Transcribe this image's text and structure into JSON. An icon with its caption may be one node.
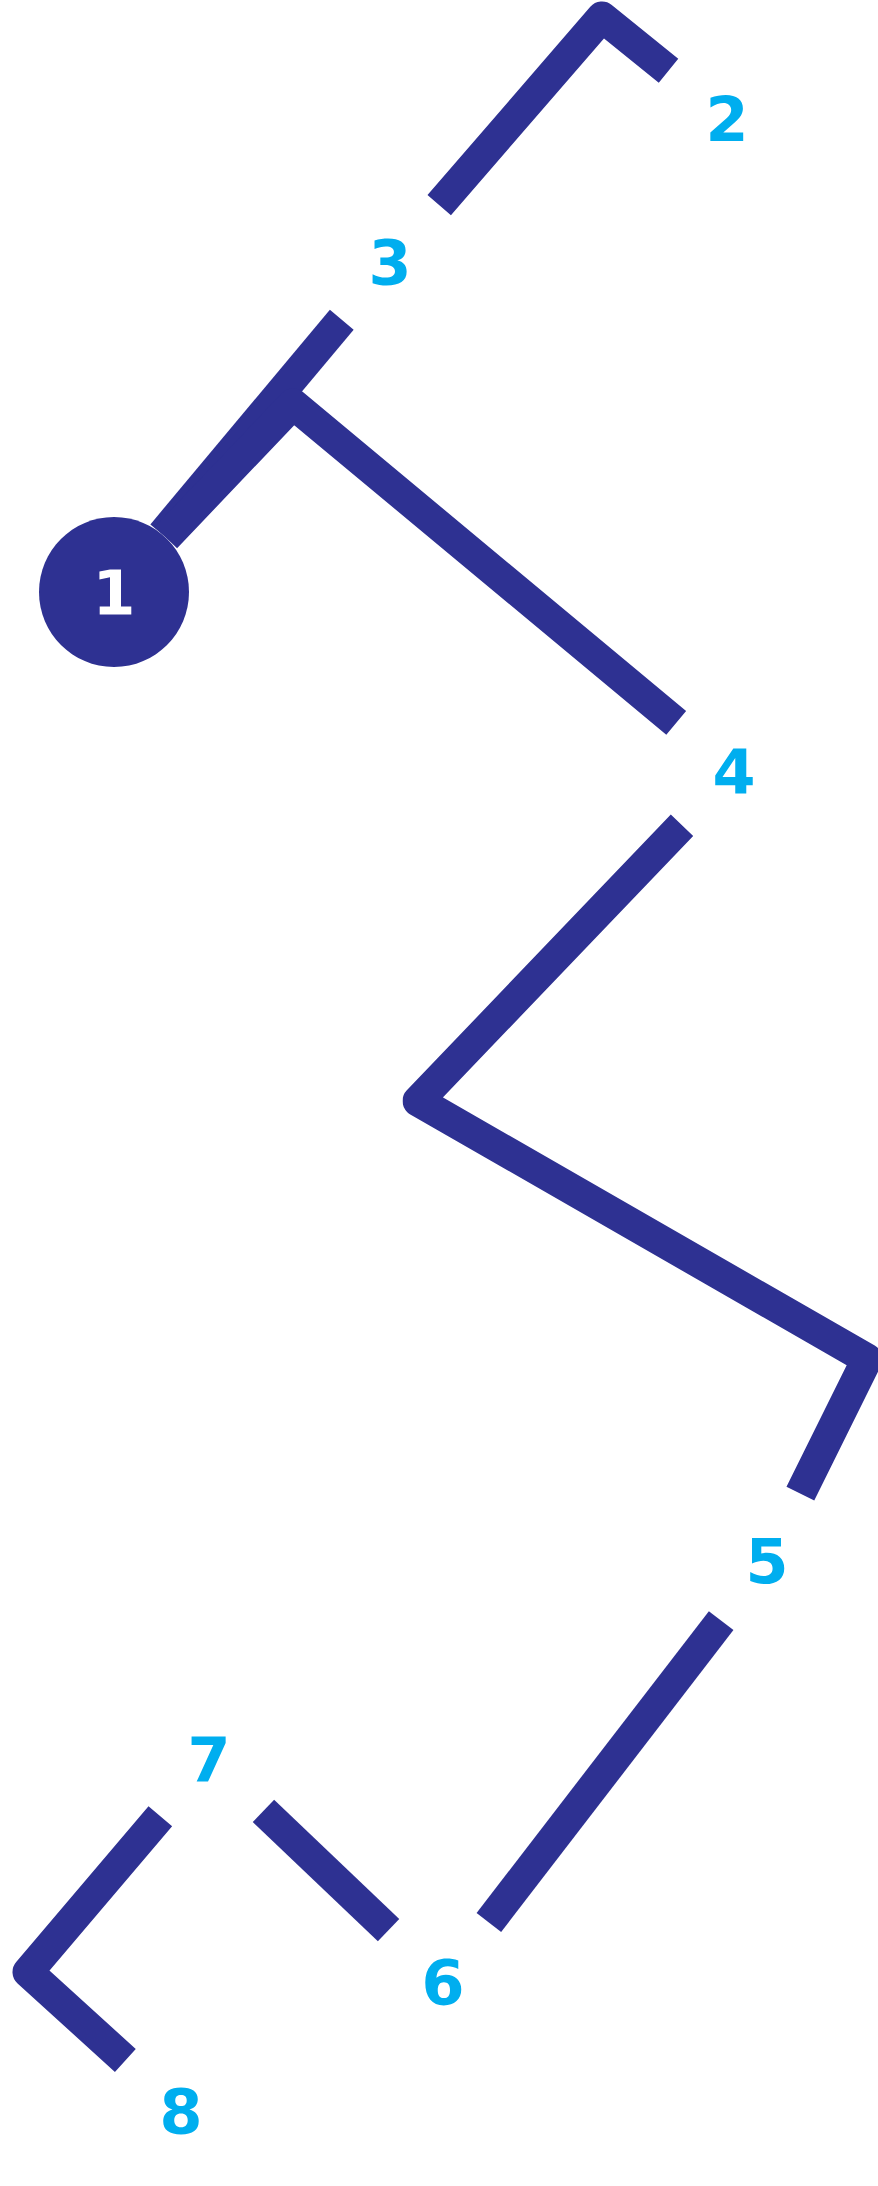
{
  "diagram": {
    "nodes": [
      {
        "text": [
          "1"
        ]
      },
      {
        "text": [
          "2"
        ]
      },
      {
        "text": [
          "3"
        ]
      },
      {
        "text": [
          "4"
        ]
      },
      {
        "text": [
          "5"
        ]
      },
      {
        "text": [
          "6"
        ]
      },
      {
        "text": [
          "7"
        ]
      },
      {
        "text": [
          "8"
        ]
      }
    ],
    "edges": [
      {
        "from": 0,
        "to": 2,
        "arrow": "none"
      },
      {
        "from": 0,
        "to": 3,
        "arrow": "none"
      },
      {
        "from": 2,
        "to": 1,
        "arrow": "none"
      },
      {
        "from": 3,
        "to": 4,
        "arrow": "none"
      },
      {
        "from": 4,
        "to": 5,
        "arrow": "none"
      },
      {
        "from": 5,
        "to": 6,
        "arrow": "none"
      },
      {
        "from": 6,
        "to": 7,
        "arrow": "none"
      }
    ]
  }
}
